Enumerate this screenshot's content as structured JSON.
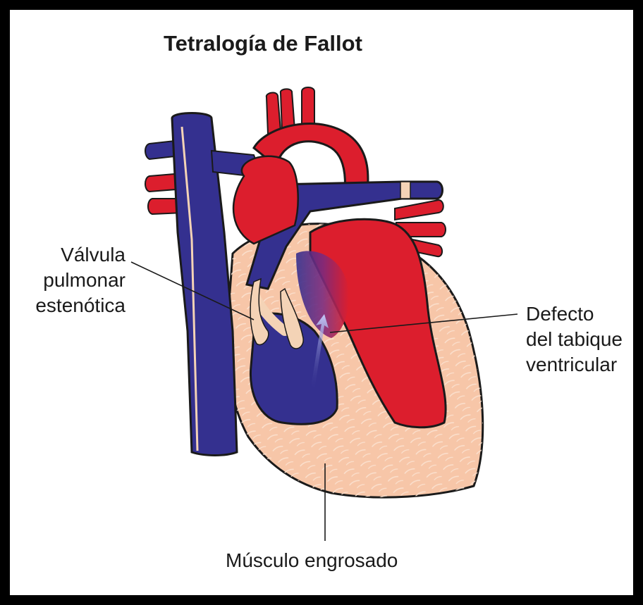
{
  "title": "Tetralogía de Fallot",
  "labels": {
    "valve": [
      "Válvula",
      "pulmonar",
      "estenótica"
    ],
    "defect": [
      "Defecto",
      "del tabique",
      "ventricular"
    ],
    "muscle": "Músculo engrosado"
  },
  "colors": {
    "oxygenated": "#dc1e2d",
    "deoxygenated": "#34308f",
    "muscle": "#f7c6a8",
    "outline": "#1a1a1a",
    "valve_tissue": "#f4d3b6"
  }
}
